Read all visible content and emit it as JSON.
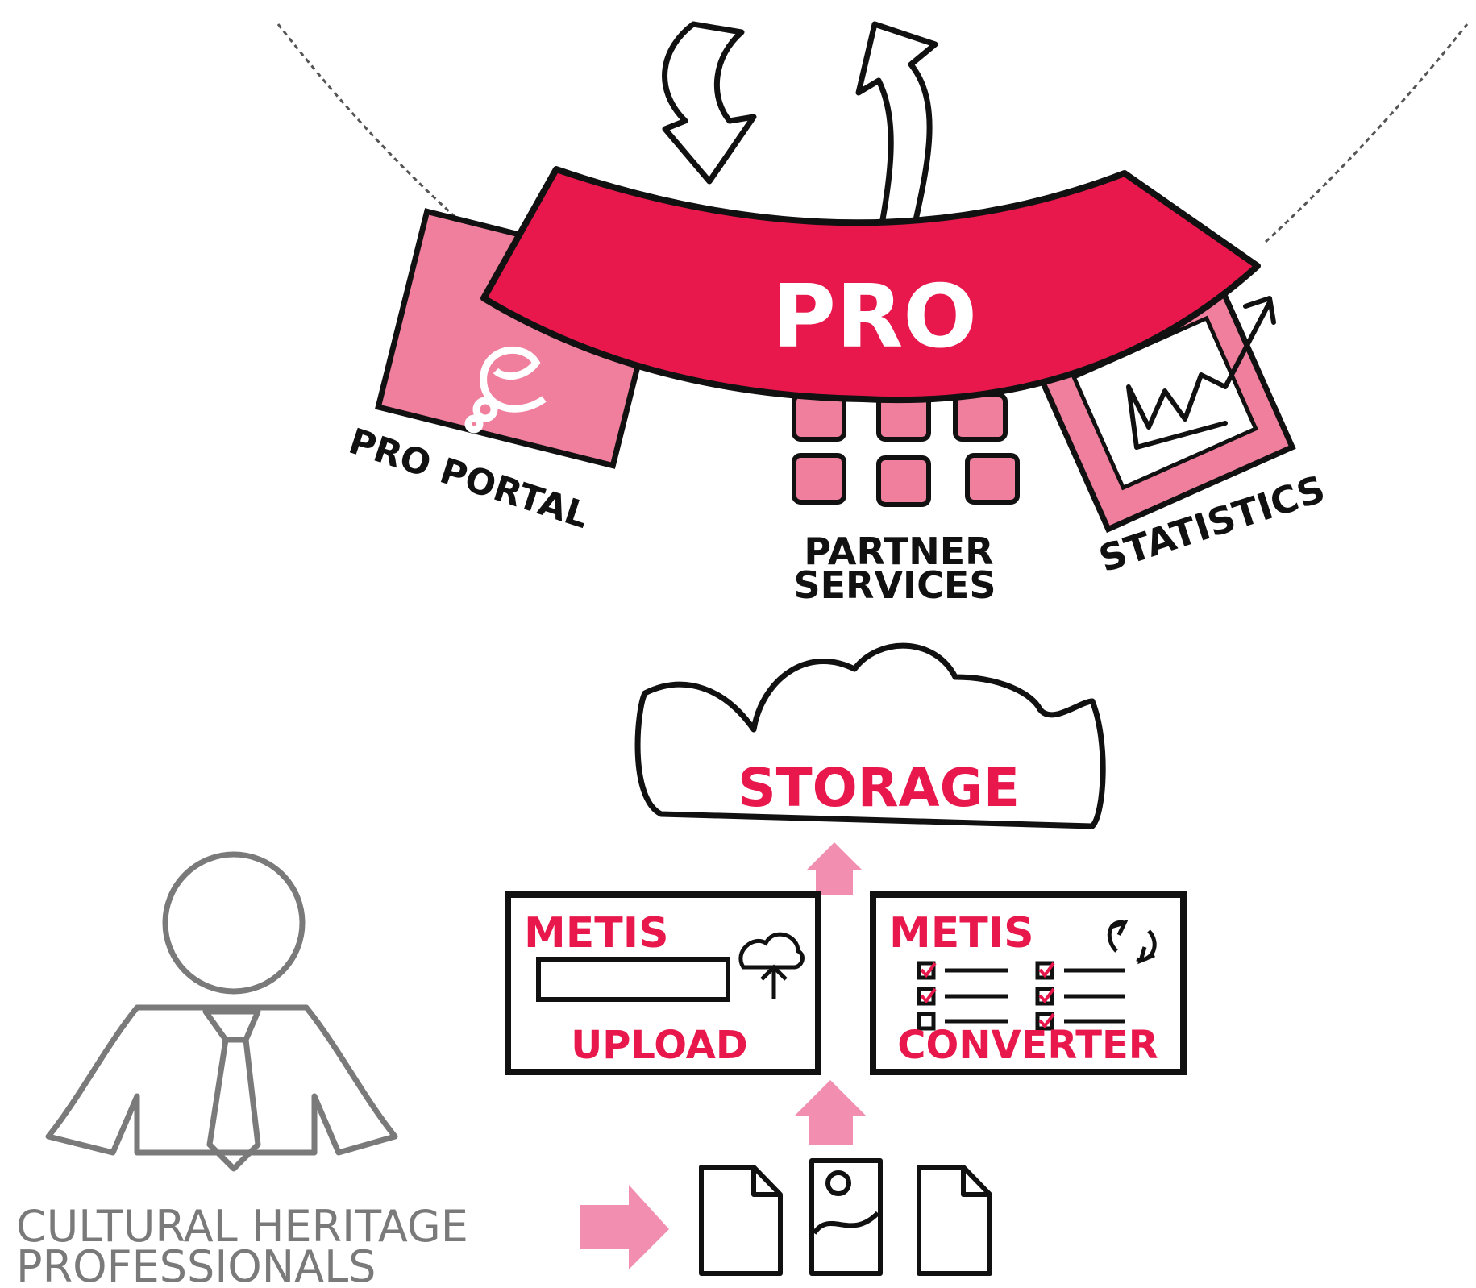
{
  "banner": {
    "label": "PRO"
  },
  "services": {
    "portal": "PRO PORTAL",
    "partner_line1": "PARTNER",
    "partner_line2": "SERVICES",
    "statistics": "STATISTICS"
  },
  "storage": {
    "label": "STORAGE"
  },
  "metis_upload": {
    "title": "METIS",
    "label": "UPLOAD"
  },
  "metis_converter": {
    "title": "METIS",
    "label": "CONVERTER"
  },
  "audience": {
    "line1": "CULTURAL HERITAGE",
    "line2": "PROFESSIONALS"
  },
  "colors": {
    "accent": "#e8174c",
    "accent_light": "#f07e9d",
    "arrow_pink": "#f28fb0",
    "ink": "#111111",
    "person_grey": "#7a7a7a"
  },
  "icons": [
    "recycle-arrows-icon",
    "europeana-logo-icon",
    "bar-chart-icon",
    "cloud-upload-icon",
    "sync-icon",
    "document-icon",
    "image-document-icon",
    "person-icon"
  ]
}
